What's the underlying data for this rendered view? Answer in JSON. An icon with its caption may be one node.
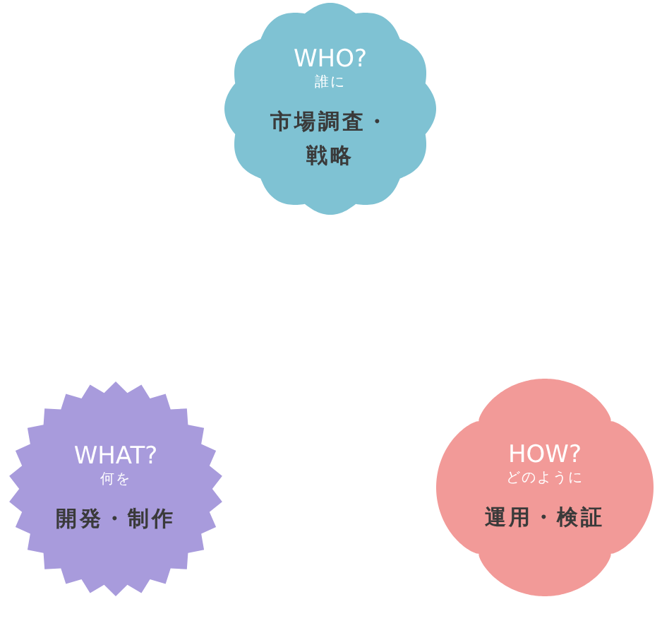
{
  "diagram": {
    "nodes": [
      {
        "text": [
          "WHO?",
          "誰に",
          "市場調査・戦略"
        ]
      },
      {
        "text": [
          "WHAT?",
          "何を",
          "開発・制作"
        ]
      },
      {
        "text": [
          "HOW?",
          "どのように",
          "運用・検証"
        ]
      }
    ]
  }
}
